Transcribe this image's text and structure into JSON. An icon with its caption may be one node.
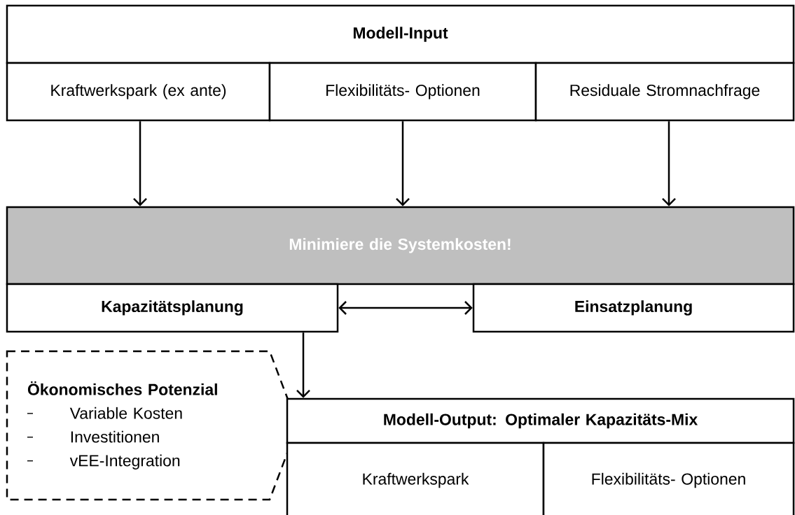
{
  "diagram": {
    "nodes": [
      {
        "text": [
          "Modell-Input"
        ]
      },
      {
        "text": [
          "Kraftwerkspark (ex ante)"
        ]
      },
      {
        "text": [
          "Flexibilitäts- Optionen"
        ]
      },
      {
        "text": [
          "Residuale Stromnachfrage"
        ]
      },
      {
        "text": [
          "Minimiere die Systemkosten!"
        ]
      },
      {
        "text": [
          "Kapazitätsplanung"
        ]
      },
      {
        "text": [
          "Einsatzplanung"
        ]
      },
      {
        "text": [
          "Ökonomisches Potenzial",
          "Variable Kosten",
          "Investitionen",
          "vEE-Integration"
        ]
      },
      {
        "text": [
          "Modell-Output: Optimaler Kapazitäts-Mix"
        ]
      },
      {
        "text": [
          "Kraftwerkspark"
        ]
      },
      {
        "text": [
          "Flexibilitäts- Optionen"
        ]
      }
    ],
    "edges": [
      {
        "from": 1,
        "to": 4,
        "arrow": "to"
      },
      {
        "from": 2,
        "to": 4,
        "arrow": "to"
      },
      {
        "from": 3,
        "to": 4,
        "arrow": "to"
      },
      {
        "from": 5,
        "to": 6,
        "arrow": "both"
      },
      {
        "from": 5,
        "to": 8,
        "arrow": "to"
      }
    ]
  }
}
